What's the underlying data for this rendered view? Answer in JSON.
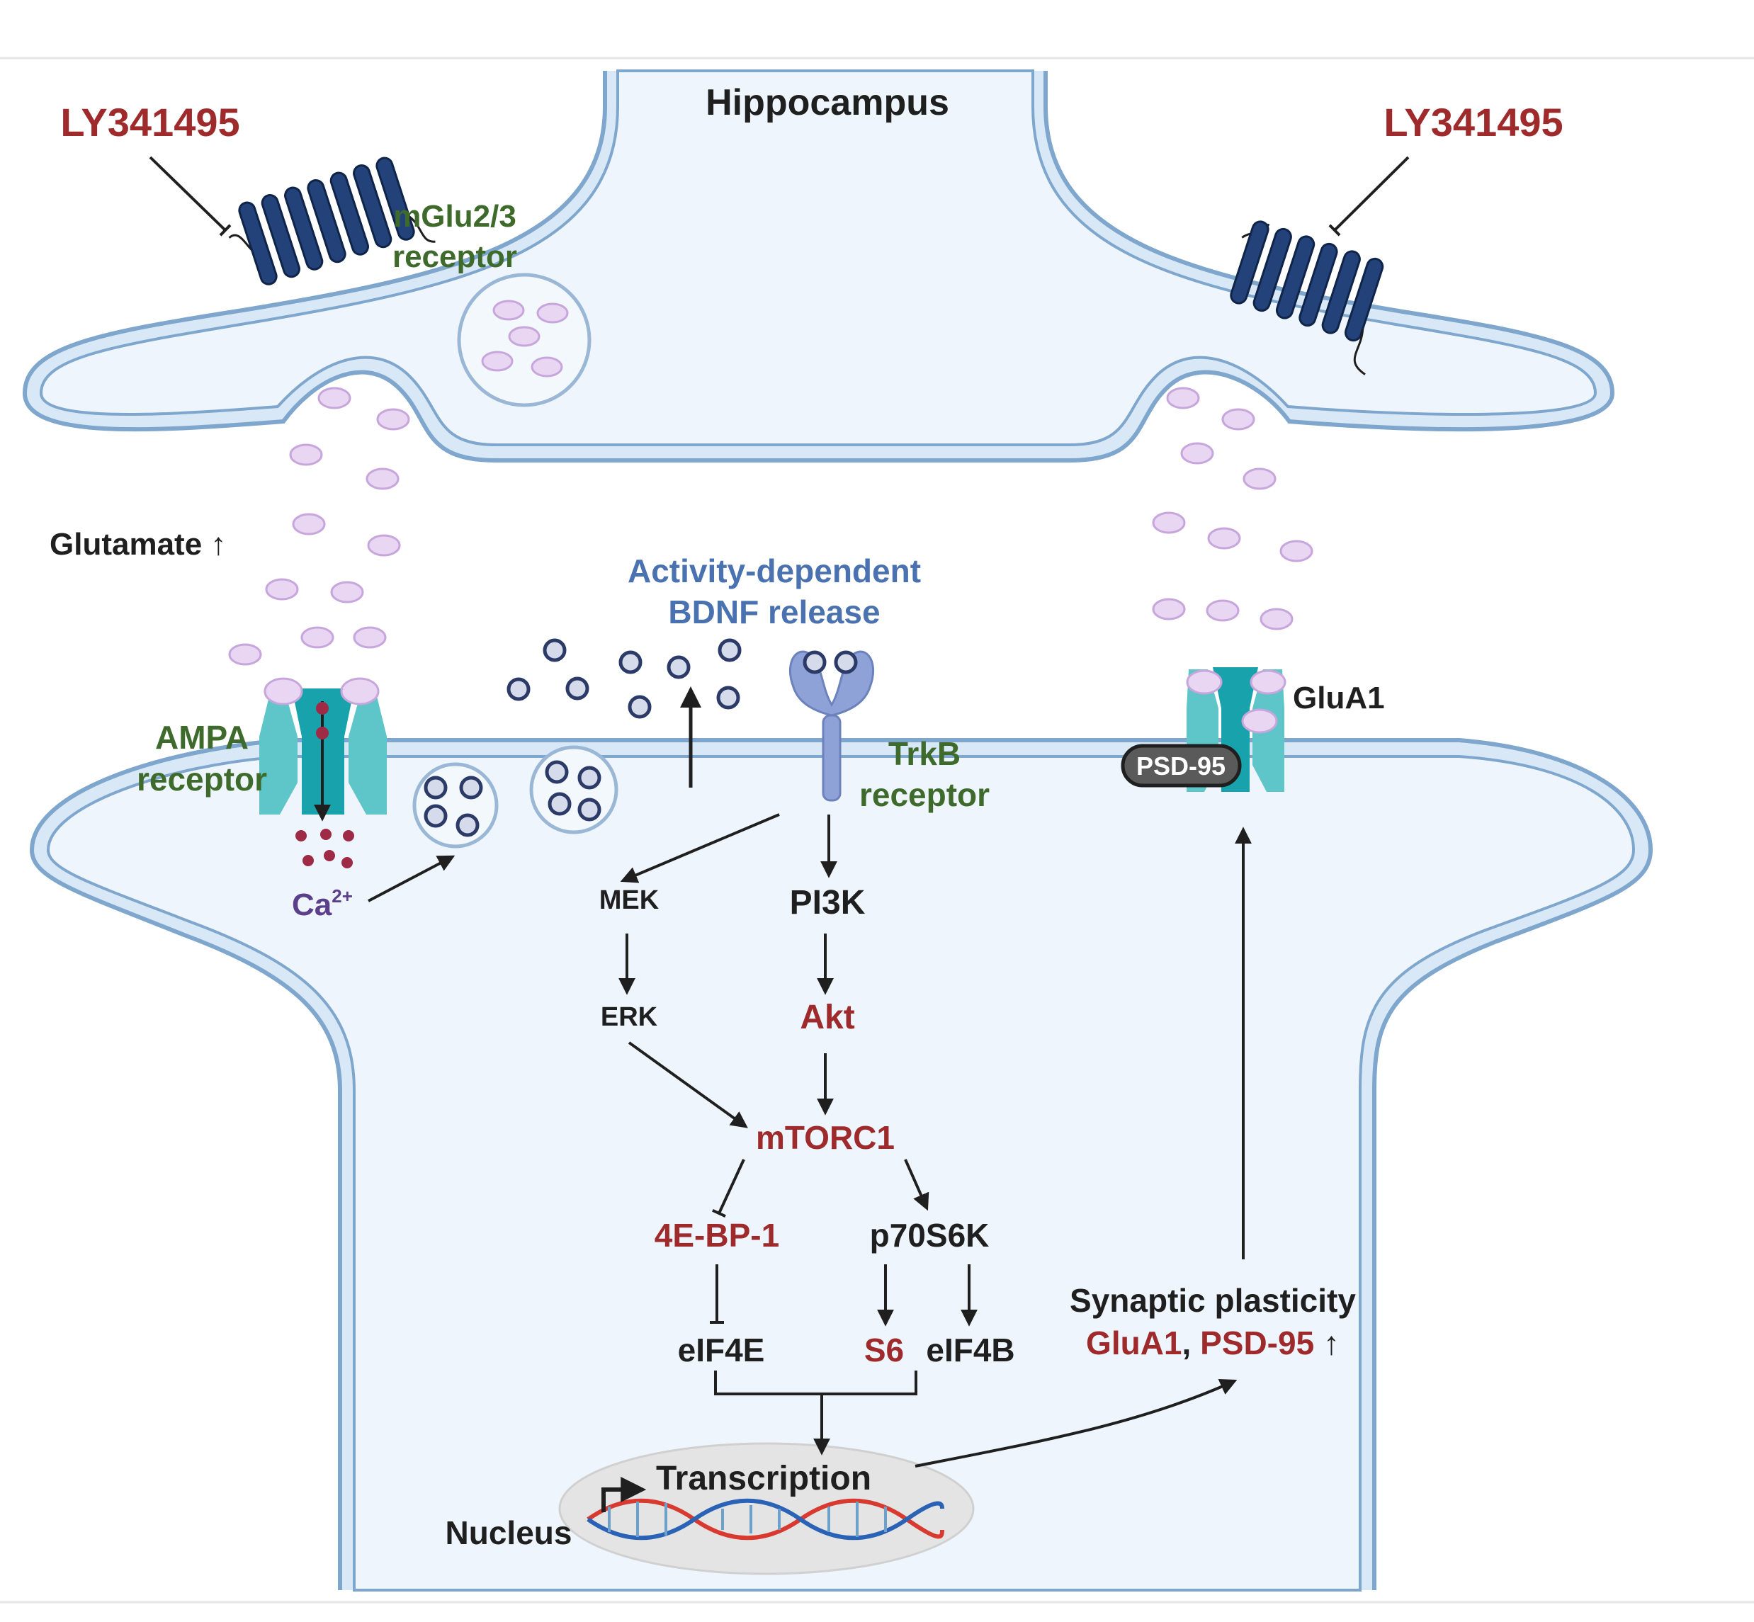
{
  "title": "Hippocampus",
  "drug_left": "LY341495",
  "drug_right": "LY341495",
  "mglu_receptor": [
    "mGlu2/3",
    "receptor"
  ],
  "glutamate": "Glutamate",
  "up_arrow": "↑",
  "bdnf_release": [
    "Activity-dependent",
    "BDNF release"
  ],
  "ampa_receptor": [
    "AMPA",
    "receptor"
  ],
  "trkb_receptor": [
    "TrkB",
    "receptor"
  ],
  "glua1_label": "GluA1",
  "psd95_badge": "PSD-95",
  "calcium": {
    "base": "Ca",
    "sup": "2+"
  },
  "pathway": {
    "mek": "MEK",
    "erk": "ERK",
    "pi3k": "PI3K",
    "akt": "Akt",
    "mtorc1": "mTORC1",
    "bp1": "4E-BP-1",
    "p70s6k": "p70S6K",
    "eif4e": "eIF4E",
    "s6": "S6",
    "eif4b": "eIF4B"
  },
  "transcription": "Transcription",
  "nucleus": "Nucleus",
  "plasticity": {
    "line1": "Synaptic plasticity",
    "glua1": "GluA1",
    "comma": ",",
    "psd95": "PSD-95"
  },
  "colors": {
    "membrane_fill": "#d8e8f7",
    "membrane_line": "#7fa6cc",
    "cytoplasm": "#eef5fc",
    "drug_red": "#9e2a2b",
    "receptor_green": "#3e6b2c",
    "bdnf_blue": "#4a72b0",
    "calcium_purple": "#5b3f8a",
    "gpcr_navy": "#24427a",
    "channel_teal": "#5ec5c9",
    "trkb_periwinkle": "#8ea2d8",
    "vesicle_pink": "#e9d6f2"
  }
}
